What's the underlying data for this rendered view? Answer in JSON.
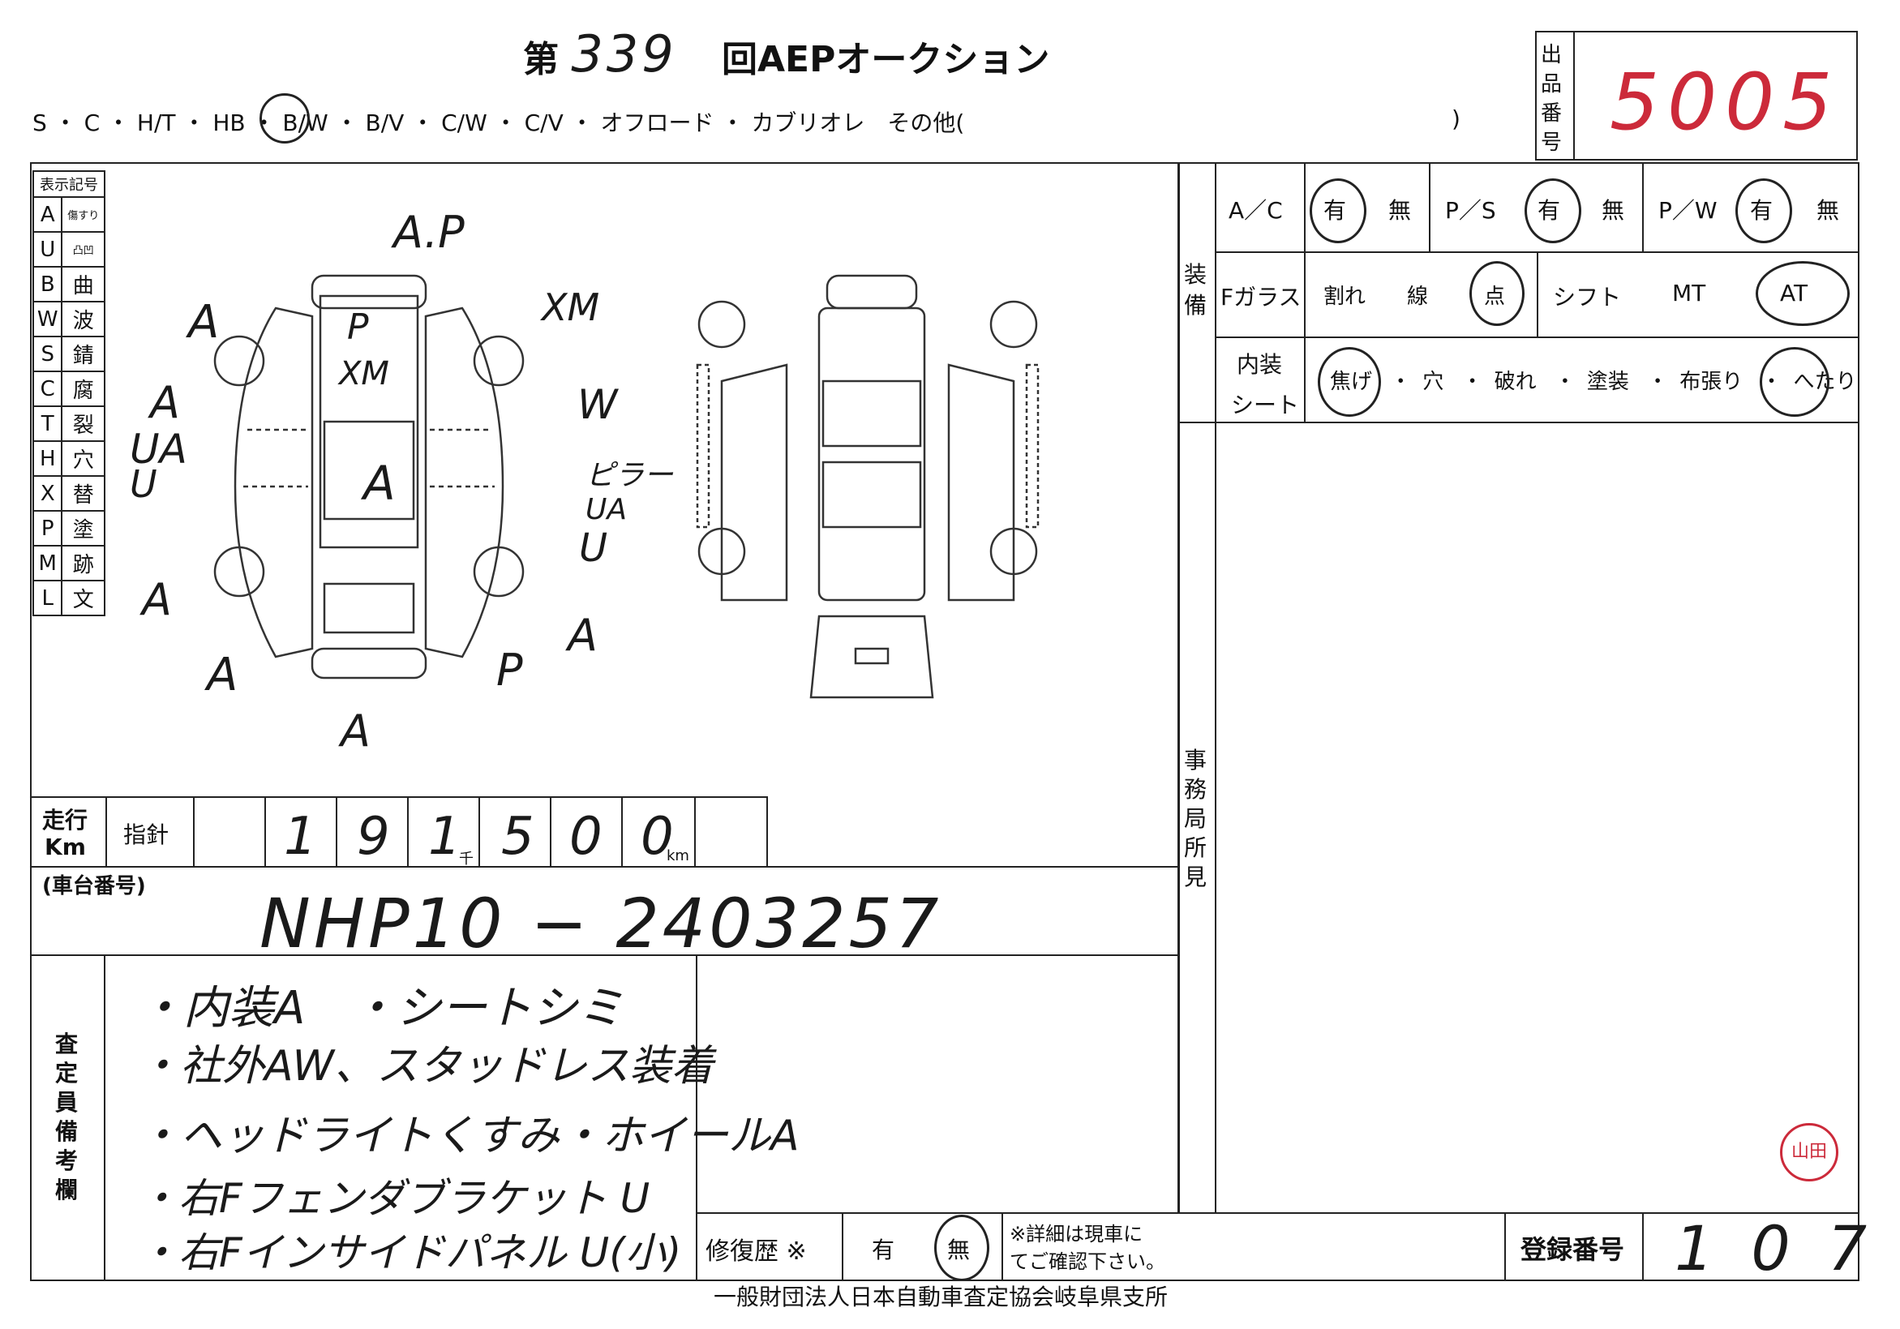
{
  "header": {
    "prefix": "第",
    "auction_no": "339",
    "suffix": "回AEPオークション",
    "body_types": "S ・ C ・ H/T ・ HB ・ B/W ・ B/V ・ C/W ・ C/V ・ オフロード ・ カブリオレ　その他(",
    "close_paren": ")",
    "lot_label": "出品番号",
    "lot_no": "5005"
  },
  "legend": {
    "title": "表示記号",
    "rows": [
      {
        "code": "A",
        "meaning": "傷すり"
      },
      {
        "code": "U",
        "meaning": "凸凹"
      },
      {
        "code": "B",
        "meaning": "曲"
      },
      {
        "code": "W",
        "meaning": "波"
      },
      {
        "code": "S",
        "meaning": "錆"
      },
      {
        "code": "C",
        "meaning": "腐"
      },
      {
        "code": "T",
        "meaning": "裂"
      },
      {
        "code": "H",
        "meaning": "穴"
      },
      {
        "code": "X",
        "meaning": "替"
      },
      {
        "code": "P",
        "meaning": "塗"
      },
      {
        "code": "M",
        "meaning": "跡"
      },
      {
        "code": "L",
        "meaning": "文"
      }
    ]
  },
  "damage_marks": {
    "m1": "A.P",
    "m2": "A",
    "m3": "P",
    "m4": "XM",
    "m5": "XM",
    "m6": "A",
    "m7": "UA",
    "m8": "U",
    "m9": "W",
    "m10": "A",
    "m11": "ピラーUA",
    "m12": "U",
    "m13": "A",
    "m14": "A",
    "m15": "A",
    "m16": "P",
    "m17": "A"
  },
  "equipment": {
    "label": "装備",
    "ac": {
      "label": "A／C",
      "yes": "有",
      "no": "無"
    },
    "ps": {
      "label": "P／S",
      "yes": "有",
      "no": "無"
    },
    "pw": {
      "label": "P／W",
      "yes": "有",
      "no": "無"
    },
    "glass": {
      "label": "Fガラス",
      "opt1": "割れ",
      "opt2": "線",
      "opt3": "点"
    },
    "shift": {
      "label": "シフト",
      "opt1": "MT",
      "opt2": "AT"
    },
    "interior": {
      "label1": "内装",
      "label2": "シート",
      "opts": [
        "焦げ",
        "穴",
        "破れ",
        "塗装",
        "布張り",
        "へたり"
      ]
    }
  },
  "office": {
    "label": "事務局所見"
  },
  "mileage": {
    "label1": "走行",
    "label2": "Km",
    "sub": "指針",
    "digits": [
      "1",
      "9",
      "1",
      "5",
      "0",
      "0"
    ],
    "thousand": "千",
    "km": "km"
  },
  "chassis": {
    "label": "(車台番号)",
    "value": "NHP10 − 2403257"
  },
  "remarks": {
    "label": "査定員備考欄",
    "lines": [
      "・内装A　・シートシミ",
      "・社外AW、スタッドレス装着",
      "・ヘッドライトくすみ・ホイールA",
      "・右Fフェンダブラケット U",
      "・右Fインサイドパネル U(小)"
    ]
  },
  "repair": {
    "label": "修復歴 ※",
    "yes": "有",
    "no": "無",
    "note1": "※詳細は現車に",
    "note2": "てご確認下さい。"
  },
  "registration": {
    "label": "登録番号",
    "value": "107"
  },
  "footer": "一般財団法人日本自動車査定協会岐阜県支所",
  "stamp": "山田"
}
